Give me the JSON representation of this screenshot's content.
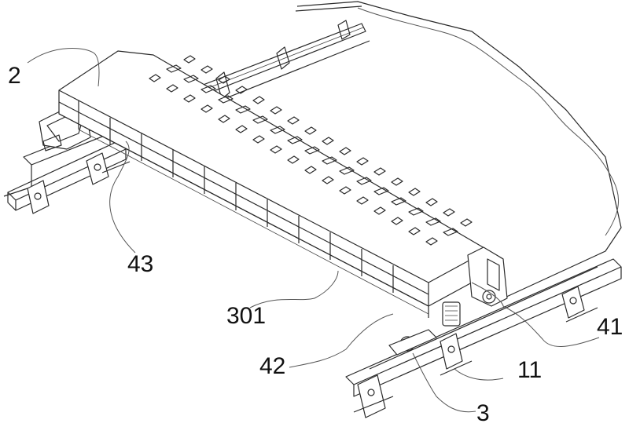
{
  "figure": {
    "type": "patent line drawing",
    "subject": "gantry beam with perforated top deck on twin rails with drive motors",
    "background": "#ffffff",
    "line_color": "#2a2a2a"
  },
  "labels": [
    {
      "id": "2",
      "text": "2"
    },
    {
      "id": "43",
      "text": "43"
    },
    {
      "id": "301",
      "text": "301"
    },
    {
      "id": "41",
      "text": "41"
    },
    {
      "id": "42",
      "text": "42"
    },
    {
      "id": "11",
      "text": "11"
    },
    {
      "id": "3",
      "text": "3"
    }
  ]
}
